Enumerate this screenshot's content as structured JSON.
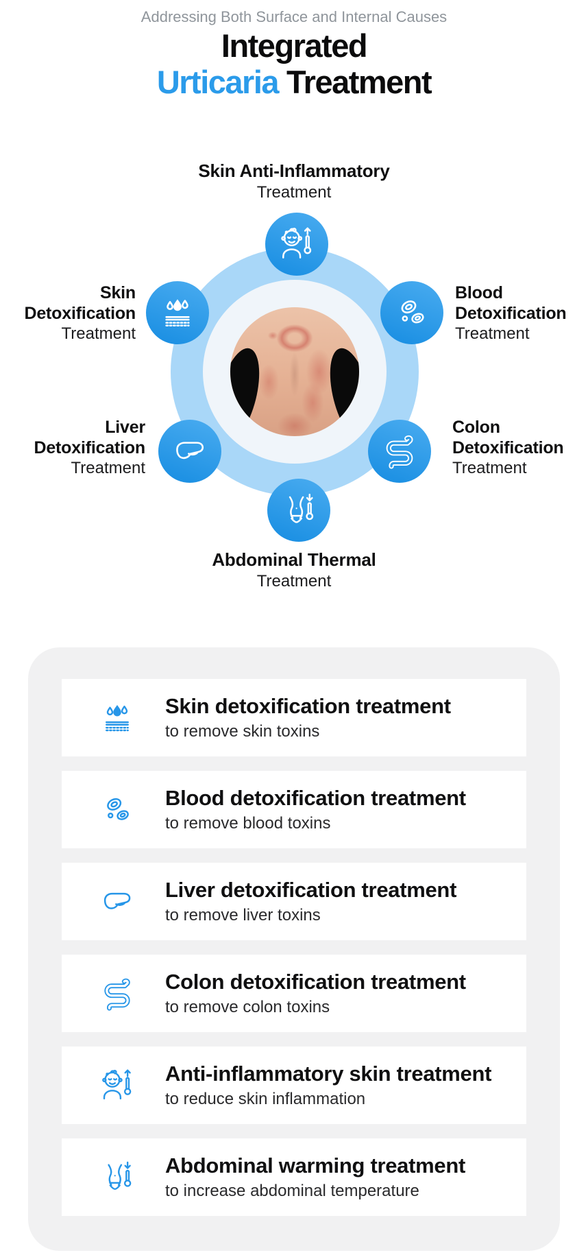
{
  "colors": {
    "accent_blue": "#2B9BEA",
    "node_circle_blue": "#2E9CE9",
    "outer_ring_blue": "#A9D7F8",
    "inner_ring_white": "#F0F5FA",
    "panel_gray": "#F1F1F2",
    "card_white": "#FFFFFF",
    "subtitle_gray": "#8F959B",
    "text_black": "#0B0B0C"
  },
  "header": {
    "eyebrow": "Addressing Both Surface and Internal Causes",
    "title_line1": "Integrated",
    "title_line2_highlight": "Urticaria",
    "title_line2_rest": "Treatment"
  },
  "diagram": {
    "center_image": "urticaria-back-photo",
    "nodes": [
      {
        "id": "skin-anti-inflammatory",
        "icon": "baby-thermometer-icon",
        "bold": "Skin Anti-Inflammatory",
        "regular": "Treatment"
      },
      {
        "id": "skin-detoxification",
        "icon": "skin-drops-icon",
        "bold1": "Skin",
        "bold2": "Detoxification",
        "regular": "Treatment"
      },
      {
        "id": "blood-detoxification",
        "icon": "blood-cells-icon",
        "bold1": "Blood",
        "bold2": "Detoxification",
        "regular": "Treatment"
      },
      {
        "id": "liver-detoxification",
        "icon": "liver-icon",
        "bold1": "Liver",
        "bold2": "Detoxification",
        "regular": "Treatment"
      },
      {
        "id": "colon-detoxification",
        "icon": "colon-icon",
        "bold1": "Colon",
        "bold2": "Detoxification",
        "regular": "Treatment"
      },
      {
        "id": "abdominal-thermal",
        "icon": "abdomen-thermometer-icon",
        "bold": "Abdominal Thermal",
        "regular": "Treatment"
      }
    ]
  },
  "treatments": [
    {
      "icon": "skin-drops-icon",
      "title": "Skin detoxification treatment",
      "description": "to remove skin toxins"
    },
    {
      "icon": "blood-cells-icon",
      "title": "Blood detoxification treatment",
      "description": "to remove blood toxins"
    },
    {
      "icon": "liver-icon",
      "title": "Liver detoxification treatment",
      "description": "to remove liver toxins"
    },
    {
      "icon": "colon-icon",
      "title": "Colon detoxification treatment",
      "description": "to remove colon toxins"
    },
    {
      "icon": "baby-thermometer-icon",
      "title": "Anti-inflammatory skin treatment",
      "description": "to reduce skin inflammation"
    },
    {
      "icon": "abdomen-thermometer-icon",
      "title": "Abdominal warming treatment",
      "description": "to increase abdominal temperature"
    }
  ]
}
